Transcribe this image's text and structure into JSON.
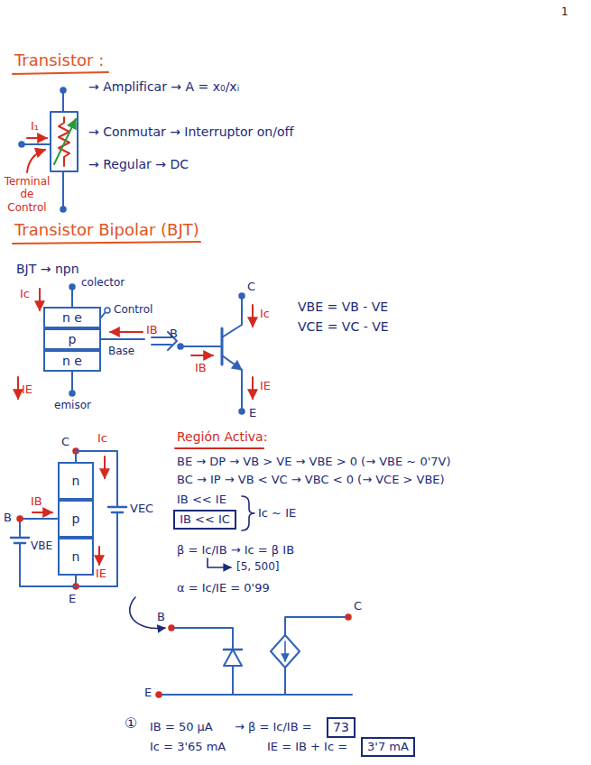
{
  "diagram": {
    "nodes": [
      {
        "text": [
          "n e"
        ]
      },
      {
        "text": [
          "p"
        ]
      },
      {
        "text": [
          "n e"
        ]
      },
      {
        "text": [
          "n"
        ]
      },
      {
        "text": [
          "p"
        ]
      },
      {
        "text": [
          "n"
        ]
      },
      {
        "text": [
          "IB << IC"
        ]
      },
      {
        "text": [
          "73"
        ]
      },
      {
        "text": [
          "3'7 mA"
        ]
      }
    ],
    "labels": [
      "1",
      "Transistor :",
      "I₁",
      "Terminal de Control",
      "→ Amplificar → A = x₀/xᵢ",
      "→ Conmutar → Interruptor on/off",
      "→ Regular → DC",
      "Transistor Bipolar (BJT)",
      "BJT → npn",
      "Ic",
      "colector",
      "Control",
      "IB",
      "Base",
      "IE",
      "emisor",
      "C",
      "Ic",
      "B",
      "IB",
      "IE",
      "E",
      "VBE = VB - VE",
      "VCE = VC - VE",
      "C",
      "Ic",
      "IB",
      "B",
      "VBE",
      "VEC",
      "IE",
      "E",
      "Región Activa:",
      "BE → DP → VB > VE → VBE > 0 (→ VBE ~ 0'7V)",
      "BC → IP → VB < VC → VBC < 0 (→ VCE > VBE)",
      "IB << IE",
      "Ic ~ IE",
      "β = Ic/IB → Ic = β IB",
      "[5, 500]",
      "α = Ic/IE = 0'99",
      "B",
      "C",
      "E",
      "①",
      "IB = 50 μA",
      "Ic = 3'65 mA",
      "→ β = Ic/IB =",
      "IE = IB + Ic ="
    ]
  }
}
